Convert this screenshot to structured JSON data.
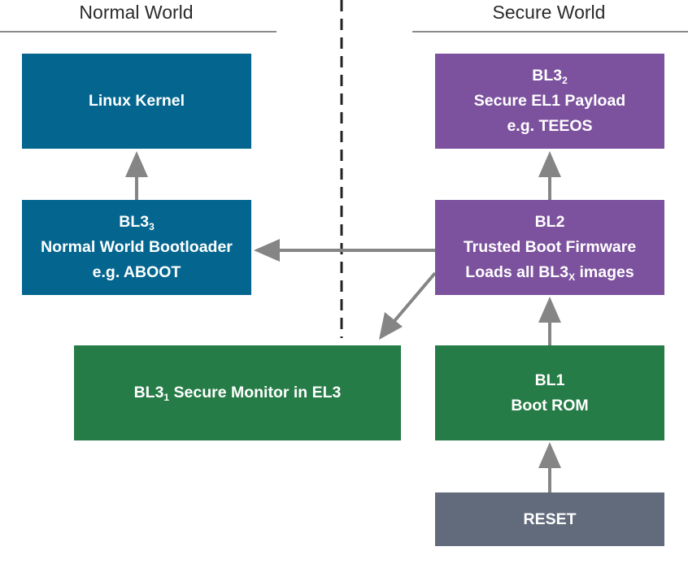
{
  "headers": {
    "normal": "Normal World",
    "secure": "Secure World"
  },
  "colors": {
    "normal": "#04668f",
    "secure": "#7c529e",
    "monitor": "#267c47",
    "boot": "#267c47",
    "reset": "#616b7b",
    "arrow": "#858585",
    "divider": "#222222"
  },
  "boxes": {
    "linux": {
      "line1": "Linux Kernel"
    },
    "bl33": {
      "title": "BL3",
      "sub": "3",
      "line2": "Normal World Bootloader",
      "line3": "e.g. ABOOT"
    },
    "bl32": {
      "title": "BL3",
      "sub": "2",
      "line2": "Secure EL1 Payload",
      "line3": "e.g. TEEOS"
    },
    "bl2": {
      "title": "BL2",
      "line2": "Trusted Boot Firmware",
      "line3_pre": "Loads all BL3",
      "line3_sub": "X",
      "line3_post": " images"
    },
    "bl31": {
      "pre": "BL3",
      "sub": "1",
      "post": " Secure Monitor in EL3"
    },
    "bl1": {
      "title": "BL1",
      "line2": "Boot ROM"
    },
    "reset": {
      "label": "RESET"
    }
  }
}
